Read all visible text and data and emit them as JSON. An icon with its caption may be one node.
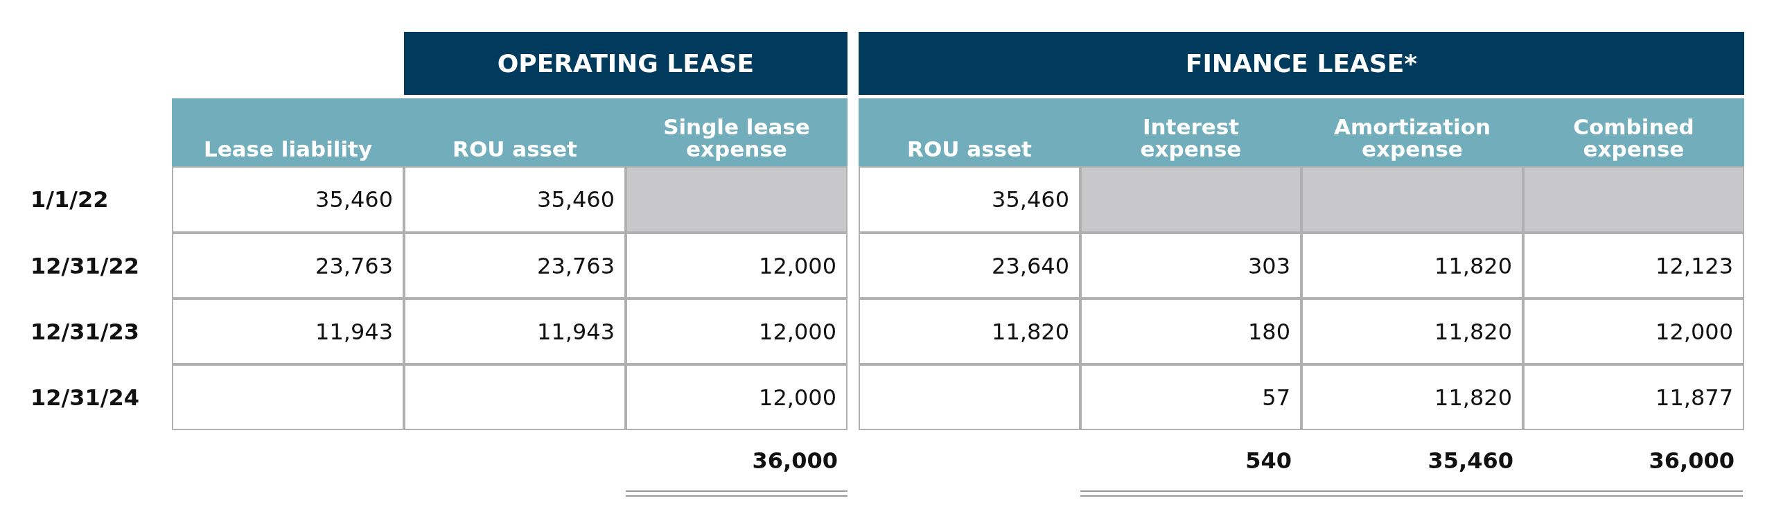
{
  "diagram": {
    "labels": [
      "OPERATING LEASE",
      "FINANCE LEASE*",
      "Lease liability",
      "ROU asset",
      "Single lease expense",
      "ROU asset",
      "Interest expense",
      "Amortization expense",
      "Combined expense",
      "1/1/22",
      "35,460",
      "35,460",
      "35,460",
      "12/31/22",
      "23,763",
      "23,763",
      "12,000",
      "23,640",
      "303",
      "11,820",
      "12,123",
      "12/31/23",
      "11,943",
      "11,943",
      "12,000",
      "11,820",
      "180",
      "11,820",
      "12,000",
      "12/31/24",
      "12,000",
      "57",
      "11,820",
      "11,877",
      "36,000",
      "540",
      "35,460",
      "36,000"
    ]
  }
}
